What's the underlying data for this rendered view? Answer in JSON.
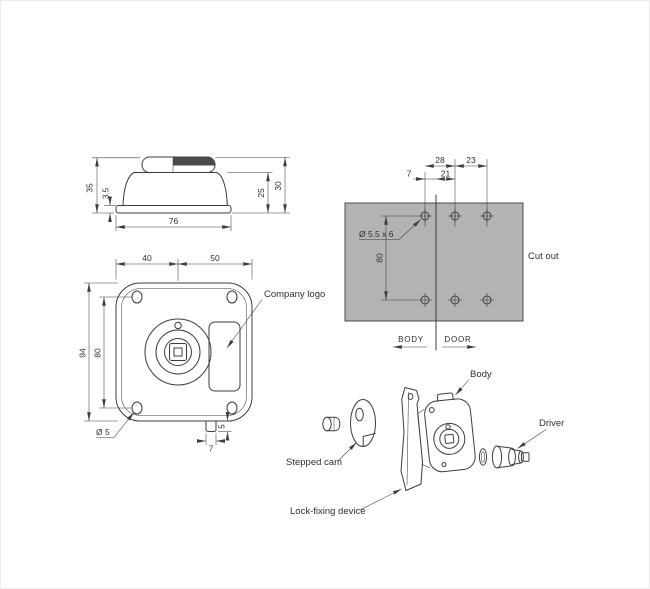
{
  "colors": {
    "line": "#3d3d3d",
    "panel_fill": "#b3b3b3",
    "dark_fill": "#4a4a4a",
    "background": "#ffffff"
  },
  "side_view": {
    "dim_height_total": "35",
    "dim_base_thickness": "3.5",
    "dim_width": "76",
    "dim_body_height": "25",
    "dim_knob_height": "30"
  },
  "front_view": {
    "dim_width_left": "40",
    "dim_width_right": "50",
    "dim_height_total": "94",
    "dim_hole_spacing": "80",
    "dim_hole_diameter": "Ø 5",
    "dim_cam_width": "7",
    "dim_cam_height": "5",
    "company_logo_label": "Company logo"
  },
  "cutout_view": {
    "dim_span_left": "28",
    "dim_span_right": "23",
    "dim_edge_offset": "7",
    "dim_mid_offset": "21",
    "hole_spec": "Ø 5.5 x 6",
    "dim_hole_spacing": "80",
    "title": "Cut out",
    "body_label": "BODY",
    "door_label": "DOOR"
  },
  "exploded_view": {
    "stepped_cam_label": "Stepped cam",
    "lock_fixing_label": "Lock-fixing device",
    "body_label": "Body",
    "driver_label": "Driver"
  }
}
